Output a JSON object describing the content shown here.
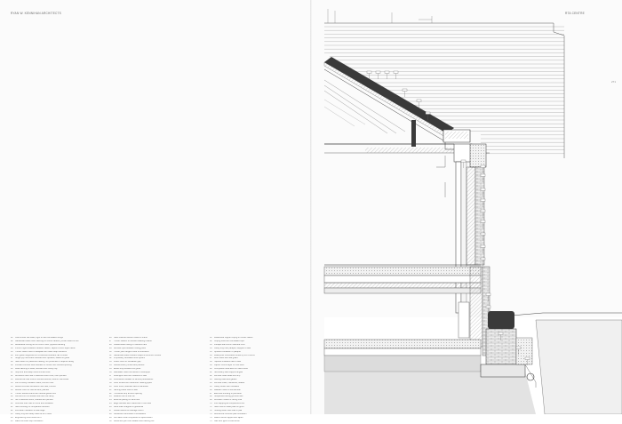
{
  "header": {
    "left": "RYAN W. KENNIHAN ARCHITECTS",
    "right": "RTA CENTRE"
  },
  "page_number": "271",
  "notes": {
    "col1": [
      {
        "n": "01",
        "t": "Oiled timber flat board, tight on two concealed fixings"
      },
      {
        "n": "02",
        "t": "Galvanised steel cover flashing on timber battens, profile folded to suit"
      },
      {
        "n": "03",
        "t": "Breathable roofing felt on 18mm WBP plywood decking"
      },
      {
        "n": "04",
        "t": "150mm rigid insulation between rafters, vapour control layer below"
      },
      {
        "n": "05",
        "t": "Timber rafters fixed to wallplate with steel strap restraints"
      },
      {
        "n": "06",
        "t": "Zinc gutter supported on continuous brackets, fall to outlet"
      },
      {
        "n": "07",
        "t": "Single ply membrane dressed over upstand, sealed to gutter"
      },
      {
        "n": "08",
        "t": "Steel beam on padstone bearing, fire protected to required rating"
      },
      {
        "n": "09",
        "t": "Precast concrete lintel bedded on mortar over window opening"
      },
      {
        "n": "10",
        "t": "Lead flashing to head, dressed over cavity tray"
      },
      {
        "n": "11",
        "t": "Stop end and weep vents at lintel ends"
      },
      {
        "n": "12",
        "t": "Brickwork outer leaf in selected stock brick, flush pointed"
      },
      {
        "n": "13",
        "t": "Wall ties at max 450mm vertical centres, 900mm horizontal"
      },
      {
        "n": "14",
        "t": "Full fill cavity insulation batts, 100mm thick"
      },
      {
        "n": "15",
        "t": "Dense concrete blockwork inner leaf, 100mm"
      },
      {
        "n": "16",
        "t": "Render finish to internal face, painted"
      },
      {
        "n": "17",
        "t": "Timber window frame with double glazed unit"
      },
      {
        "n": "18",
        "t": "Vertical DPC at reveals returned into cavity"
      },
      {
        "n": "19",
        "t": "Sill of selected stone, bedded and pointed"
      },
      {
        "n": "20",
        "t": "Concrete floor slab on DPM and insulation"
      },
      {
        "n": "21",
        "t": "Sand blinding on compacted hardcore"
      },
      {
        "n": "22",
        "t": "Perimeter insulation to slab edge"
      },
      {
        "n": "23",
        "t": "Cavity tray and weep holes at DPC level"
      },
      {
        "n": "24",
        "t": "Engineering brick below DPC"
      },
      {
        "n": "25",
        "t": "Mass concrete strip foundation"
      }
    ],
    "col2": [
      {
        "n": "26",
        "t": "Steel channel section bolted to frame"
      },
      {
        "n": "27",
        "t": "Timber battens to receive cladding boards"
      },
      {
        "n": "28",
        "t": "Plasterboard ceiling on resilient bars"
      },
      {
        "n": "29",
        "t": "Acoustic quilt between ceiling joists"
      },
      {
        "n": "30",
        "t": "Timber joist hangers fixed to blockwork"
      },
      {
        "n": "31",
        "t": "Galvanised steel restraint straps at 1200mm centres"
      },
      {
        "n": "32",
        "t": "Proprietary ventilated soffit system"
      },
      {
        "n": "33",
        "t": "Insect mesh to ventilation gap"
      },
      {
        "n": "34",
        "t": "Fascia board, primed and painted"
      },
      {
        "n": "35",
        "t": "Eaves tray dressed into gutter"
      },
      {
        "n": "36",
        "t": "Rainwater outlet connected to downpipe"
      },
      {
        "n": "37",
        "t": "Downpipe fixed with brackets to wall"
      },
      {
        "n": "38",
        "t": "Intumescent sealant to service penetrations"
      },
      {
        "n": "39",
        "t": "Floor screed with underfloor heating pipes"
      },
      {
        "n": "40",
        "t": "Floor finish, selected tiles on adhesive"
      },
      {
        "n": "41",
        "t": "Skirting board fixed to wall"
      },
      {
        "n": "42",
        "t": "Threshold strip at door opening"
      },
      {
        "n": "43",
        "t": "Weather bar to door sill"
      },
      {
        "n": "44",
        "t": "External paving on sand bed"
      },
      {
        "n": "45",
        "t": "Edge restraint kerb haunched in concrete"
      },
      {
        "n": "46",
        "t": "Land drain wrapped in geotextile"
      },
      {
        "n": "47",
        "t": "Gravel backfill to drainage trench"
      },
      {
        "n": "48",
        "t": "Geotextile membrane to excavation"
      },
      {
        "n": "49",
        "t": "Formation level compacted to specification"
      },
      {
        "n": "50",
        "t": "Movement joint with sealant and backing rod"
      }
    ],
    "col3": [
      {
        "n": "51",
        "t": "Weathered copper coping on timber batten"
      },
      {
        "n": "52",
        "t": "Coping fixed with concealed clips"
      },
      {
        "n": "53",
        "t": "Parapet wall built in selected brick"
      },
      {
        "n": "54",
        "t": "Cavity tray over parapet, stepped to falls"
      },
      {
        "n": "55",
        "t": "Upstand insulation to parapet"
      },
      {
        "n": "56",
        "t": "Waterproof membrane turned up min 150mm"
      },
      {
        "n": "57",
        "t": "Roof outlet with leaf guard"
      },
      {
        "n": "58",
        "t": "Tapered insulation laid to falls"
      },
      {
        "n": "59",
        "t": "Vapour control layer on roof deck"
      },
      {
        "n": "60",
        "t": "Composite metal deck on steel frame"
      },
      {
        "n": "61",
        "t": "Secondary steel support angles"
      },
      {
        "n": "62",
        "t": "Window head detail with drip"
      },
      {
        "n": "63",
        "t": "Glazing bead and gasket"
      },
      {
        "n": "64",
        "t": "Window board, hardwood, sealed"
      },
      {
        "n": "65",
        "t": "Cavity closer with insulation"
      },
      {
        "n": "66",
        "t": "Radiator fixed to internal wall"
      },
      {
        "n": "67",
        "t": "Electrical trunking to perimeter"
      },
      {
        "n": "68",
        "t": "Suspended ceiling grid and tiles"
      },
      {
        "n": "69",
        "t": "Ductwork routed in ceiling void"
      },
      {
        "n": "70",
        "t": "Fire stopping at compartment line"
      },
      {
        "n": "71",
        "t": "Steel column base plate on grout"
      },
      {
        "n": "72",
        "t": "Holding down bolts cast in pad"
      },
      {
        "n": "73",
        "t": "Reinforced concrete pad foundation"
      },
      {
        "n": "74",
        "t": "Radon barrier lapped and taped"
      },
      {
        "n": "75",
        "t": "Gas vent pipe to external air"
      }
    ]
  },
  "colors": {
    "line": "#333333",
    "thin": "#777777",
    "fill_dark": "#3a3a3a",
    "fill_hatch": "#c9c9c9",
    "ground": "#e2e2e2"
  }
}
